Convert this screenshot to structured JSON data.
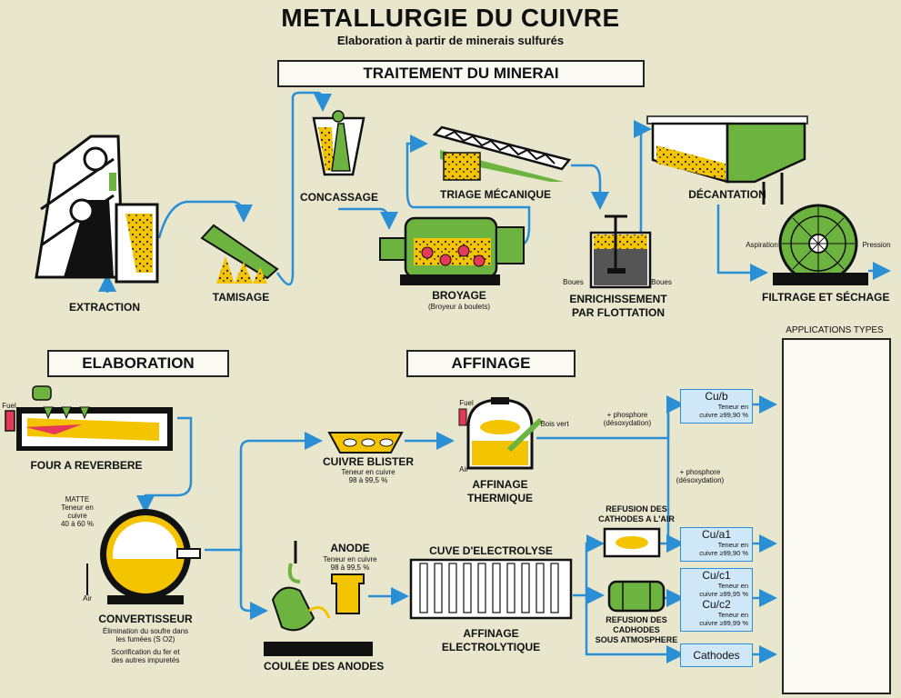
{
  "title": "METALLURGIE DU CUIVRE",
  "subtitle": "Elaboration à partir de minerais sulfurés",
  "sections": {
    "traitement": "TRAITEMENT DU MINERAI",
    "elaboration": "ELABORATION",
    "affinage": "AFFINAGE",
    "applications": "APPLICATIONS TYPES"
  },
  "steps": {
    "extraction": "EXTRACTION",
    "tamisage": "TAMISAGE",
    "concassage": "CONCASSAGE",
    "broyage": "BROYAGE",
    "broyage_sub": "(Broyeur à boulets)",
    "triage": "TRIAGE MÉCANIQUE",
    "enrichissement_1": "ENRICHISSEMENT",
    "enrichissement_2": "PAR FLOTTATION",
    "boues_left": "Boues",
    "boues_right": "Boues",
    "decantation": "DÉCANTATION",
    "filtrage": "FILTRAGE ET SÉCHAGE",
    "aspiration": "Aspiration",
    "pression": "Pression",
    "four": "FOUR A REVERBERE",
    "fuel_four": "Fuel",
    "matte_1": "MATTE",
    "matte_2": "Teneur en",
    "matte_3": "cuivre",
    "matte_4": "40 à 60 %",
    "convertisseur": "CONVERTISSEUR",
    "conv_1": "Élimination du soufre dans",
    "conv_2": "les fumées (S O2)",
    "conv_3": "Scorification du fer et",
    "conv_4": "des autres impuretés",
    "air_conv": "Air",
    "blister": "CUIVRE BLISTER",
    "blister_1": "Teneur en cuivre",
    "blister_2": "98 à 99,5 %",
    "fuel_aff": "Fuel",
    "air_aff": "Air",
    "bois_vert": "Bois vert",
    "affinage_th_1": "AFFINAGE",
    "affinage_th_2": "THERMIQUE",
    "phosphore_1a": "+ phosphore",
    "phosphore_1b": "(désoxydation)",
    "phosphore_2a": "+ phosphore",
    "phosphore_2b": "(désoxydation)",
    "anode": "ANODE",
    "anode_1": "Teneur en cuivre",
    "anode_2": "98 à 99,5 %",
    "coulee": "COULÉE DES ANODES",
    "cuve": "CUVE D'ELECTROLYSE",
    "affinage_el_1": "AFFINAGE",
    "affinage_el_2": "ELECTROLYTIQUE",
    "refusion_air_1": "REFUSION DES",
    "refusion_air_2": "CATHODES A L'AIR",
    "refusion_atm_1": "REFUSION DES",
    "refusion_atm_2": "CADHODES",
    "refusion_atm_3": "SOUS ATMOSPHERE"
  },
  "products": {
    "cub": {
      "name": "Cu/b",
      "t1": "Teneur en",
      "t2": "cuivre ≥99,90 %"
    },
    "cua1": {
      "name": "Cu/a1",
      "t1": "Teneur en",
      "t2": "cuivre ≥99,90 %"
    },
    "cuc1": {
      "name": "Cu/c1",
      "t1": "Teneur en",
      "t2": "cuivre ≥99,95 %"
    },
    "cuc2": {
      "name": "Cu/c2",
      "t1": "Teneur en",
      "t2": "cuivre ≥99,99 %"
    },
    "cathodes": {
      "name": "Cathodes"
    }
  },
  "colors": {
    "background": "#e8e6cd",
    "green": "#6db33f",
    "yellow": "#f5c400",
    "arrow": "#2b8fd6",
    "dark": "#1a1a1a"
  },
  "application_icons": [
    "cable-coil-icon",
    "roof-icon",
    "still-icon",
    "power-line-icon",
    "motor-icon",
    "circuit-board-icon",
    "sheets-icon"
  ]
}
